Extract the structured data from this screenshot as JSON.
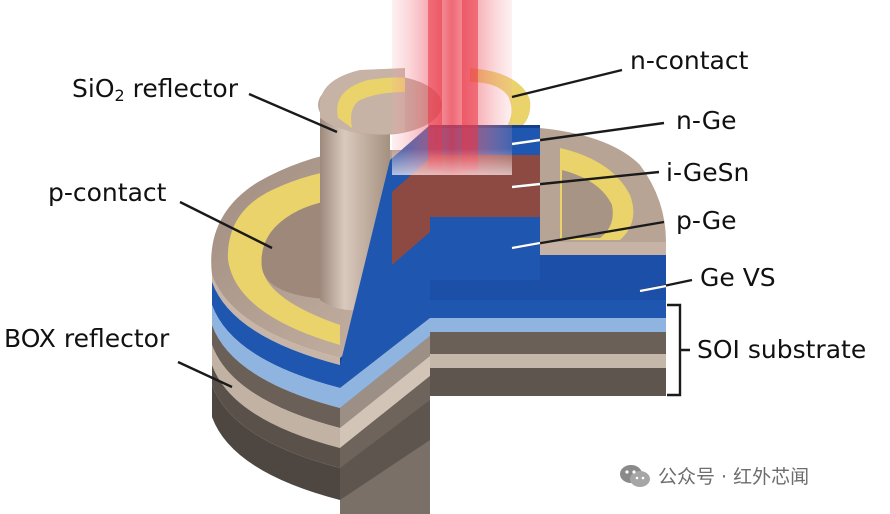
{
  "labels": {
    "sio2_main": "SiO",
    "sio2_sub": "2",
    "sio2_rest": " reflector",
    "n_contact": "n-contact",
    "n_ge": "n-Ge",
    "i_gesn": "i-GeSn",
    "p_ge": "p-Ge",
    "p_contact": "p-contact",
    "ge_vs": "Ge VS",
    "soi_substrate": "SOI substrate",
    "box_reflector": "BOX reflector"
  },
  "watermark": {
    "text": "公众号 · 红外芯闻",
    "icon": "wechat-icon"
  },
  "colors": {
    "n_ge": "#1b4fa8",
    "i_gesn": "#8c4a42",
    "p_ge": "#1b4fa8",
    "ge_vs": "#8fb4e0",
    "contact_gold": "#e9d36a",
    "sio2_cap": "#c7b3a6",
    "substrate_light": "#bfb2a3",
    "substrate_dark": "#5d554e",
    "laser": "#f0606e"
  }
}
